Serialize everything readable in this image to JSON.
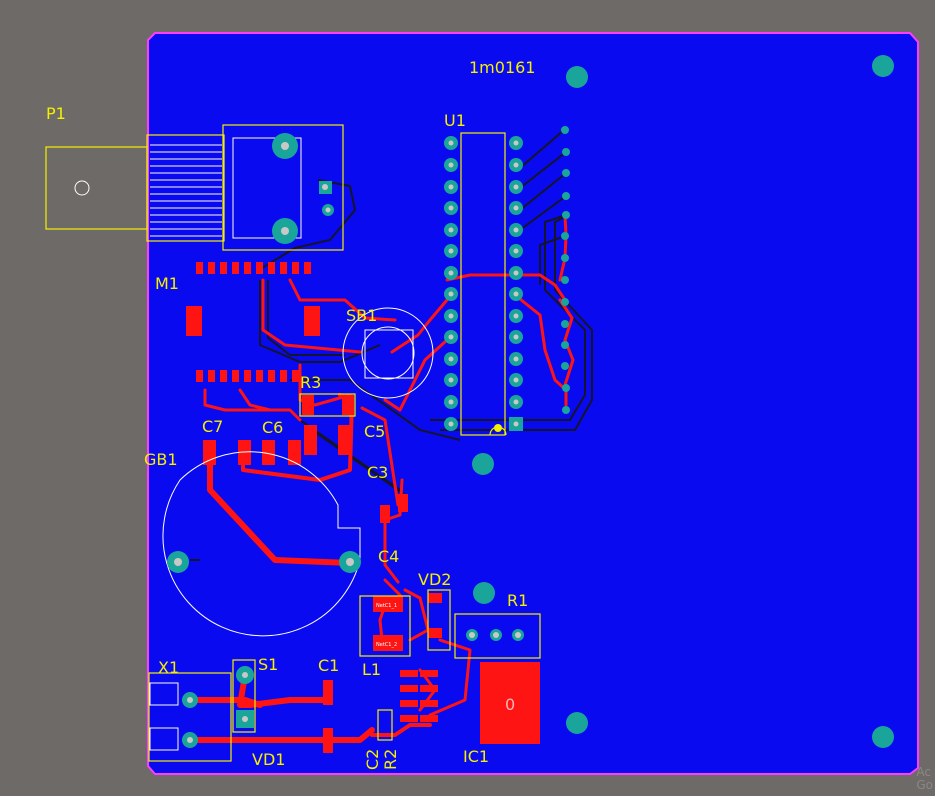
{
  "board": {
    "name": "1m0161",
    "colors": {
      "background": "#6e6a67",
      "copper": "#0a0af0",
      "board_edge": "#ff3cff",
      "track": "#ff1414",
      "silkscreen": "#f4f000",
      "bottom_track": "#14142a",
      "pad": "#1aa59a",
      "overlay": "#ffffff"
    }
  },
  "designators": {
    "p1": "P1",
    "u1": "U1",
    "m1": "M1",
    "sb1": "SB1",
    "r3": "R3",
    "c7": "C7",
    "c6": "C6",
    "c5": "C5",
    "gb1": "GB1",
    "c3": "C3",
    "c4": "C4",
    "vd2": "VD2",
    "r1": "R1",
    "x1": "X1",
    "s1": "S1",
    "c1": "C1",
    "l1": "L1",
    "vd1": "VD1",
    "c2": "C2",
    "r2": "R2",
    "ic1": "IC1"
  },
  "pad_labels": {
    "ic1_tab": "0",
    "net1": "NetC1_1",
    "net2": "NetC1_2"
  },
  "watermark": {
    "line1": "Ac",
    "line2": "Go"
  }
}
